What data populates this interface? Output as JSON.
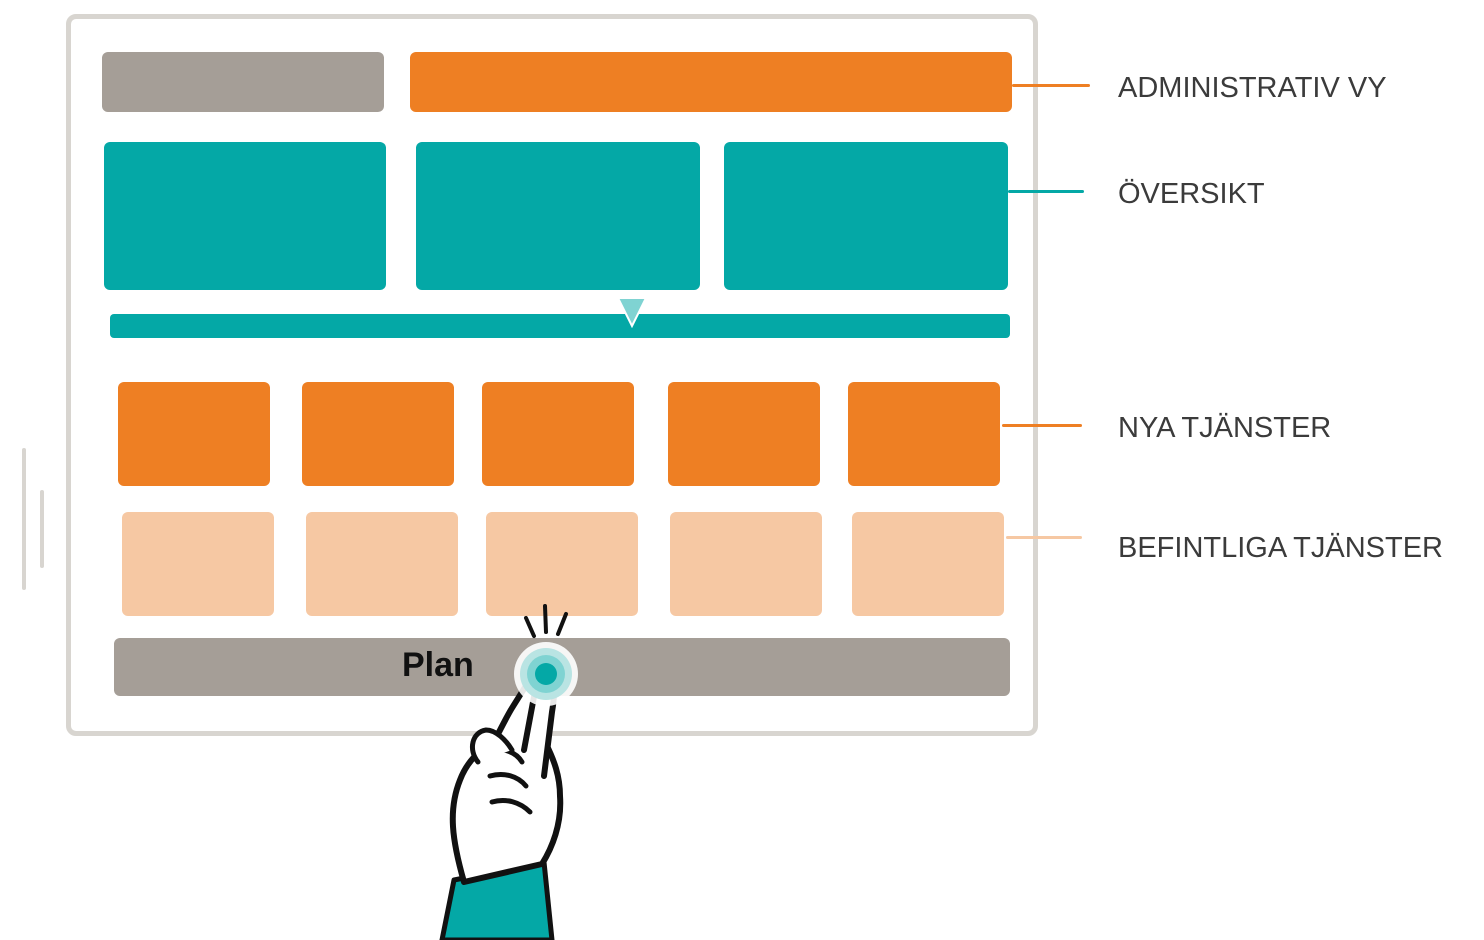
{
  "callouts": {
    "admin_view": "ADMINISTRATIV VY",
    "overview": "ÖVERSIKT",
    "new_services": "NYA TJÄNSTER",
    "existing_services": "BEFINTLIGA TJÄNSTER"
  },
  "nav_bar": {
    "label": "Plan"
  },
  "colors": {
    "teal": "#04a8a6",
    "orange": "#ee7f23",
    "peach": "#f6c8a3",
    "gray": "#a59e97"
  }
}
